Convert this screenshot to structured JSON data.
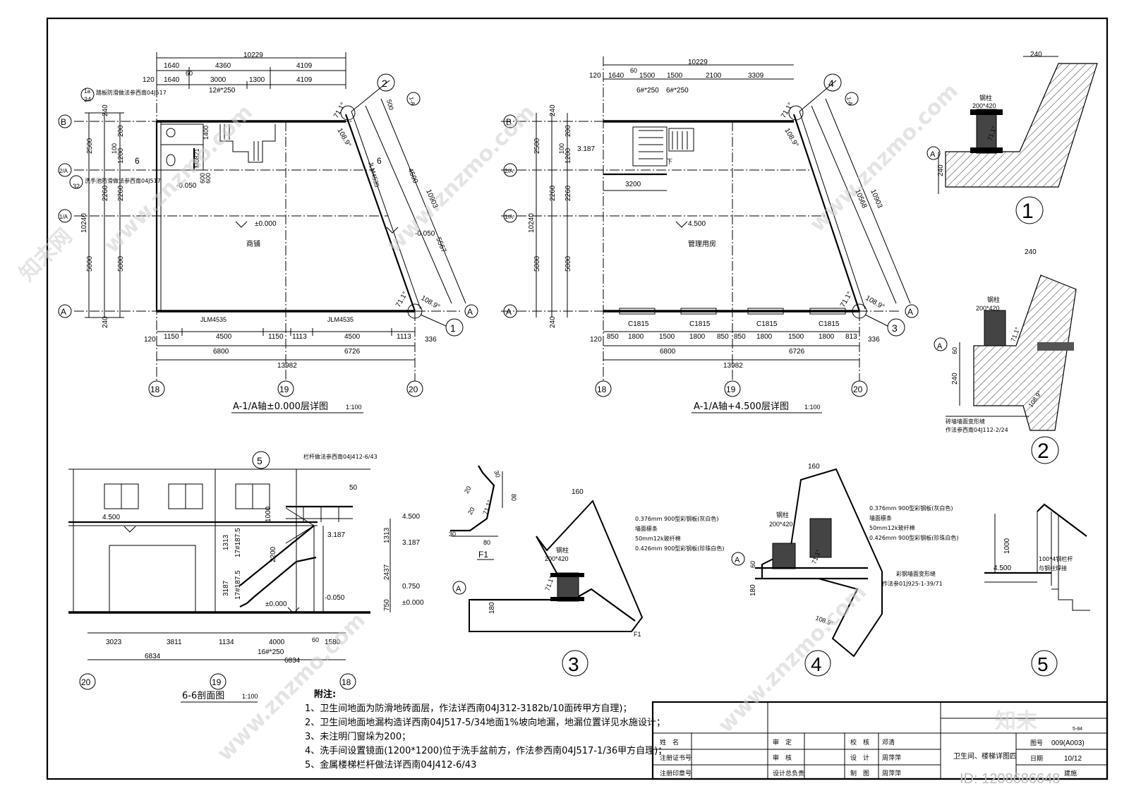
{
  "plan1": {
    "title": "A-1/A轴±0.000层详图",
    "scale": "1:100",
    "top_total": "10229",
    "top_dims_row1": [
      "1640",
      "4360",
      "4109"
    ],
    "top_dims_row2": [
      "120",
      "1640",
      "60",
      "3000",
      "1300",
      "4109"
    ],
    "stair_steps": "12#*250",
    "left_dims": [
      "240",
      "2500",
      "2260",
      "5000",
      "240"
    ],
    "left_inner": [
      "200",
      "1200",
      "100",
      "2260",
      "5000"
    ],
    "left_total": "10240",
    "bottom_dims": [
      "120",
      "1150",
      "4500",
      "1150",
      "1113",
      "4500",
      "1113",
      "336"
    ],
    "bottom_mid": [
      "6800",
      "6726"
    ],
    "bottom_total": "13982",
    "beams": [
      "JLM4535",
      "JLM4535"
    ],
    "diag_dims": [
      "4500",
      "10903",
      "5567"
    ],
    "angles": [
      "71.1°",
      "108.9°",
      "71.1°",
      "108.9°"
    ],
    "room_label": "商铺",
    "level": "±0.000",
    "level_side": "-0.050",
    "level_low": "-0.050",
    "door": "M0821",
    "small_dims": [
      "1400",
      "600",
      "600"
    ],
    "section_mark": "6",
    "note_a": "踏板防滑做法参西南04J517",
    "note_b": "洗手池防滑做法参西南04J517",
    "ref_a": "34",
    "ref_b": "32",
    "ref_1a": "1a",
    "ref_d": "JLM4535",
    "ref_500": "500",
    "ref_1_A": "1-A"
  },
  "plan2": {
    "title": "A-1/A轴+4.500层详图",
    "scale": "1:100",
    "top_total": "10229",
    "top_dims_row": [
      "120",
      "1640",
      "60",
      "1500",
      "1500",
      "2100",
      "3309"
    ],
    "stair_steps_a": "6#*250",
    "stair_steps_b": "6#*250",
    "left_dims": [
      "240",
      "2500",
      "2260",
      "5000",
      "240"
    ],
    "left_inner": [
      "200",
      "1200",
      "100",
      "2260",
      "5000"
    ],
    "left_total": "10240",
    "windows": [
      "C1815",
      "C1815",
      "C1815",
      "C1815"
    ],
    "bottom_dims": [
      "120",
      "850",
      "1800",
      "1500",
      "1800",
      "850",
      "850",
      "1800",
      "1500",
      "1800",
      "813",
      "336"
    ],
    "bottom_mid": [
      "6800",
      "6726"
    ],
    "bottom_total": "13982",
    "diag_dims": [
      "10568",
      "10903"
    ],
    "angles": [
      "71.1°",
      "108.9°",
      "71.1°",
      "108.9°"
    ],
    "room_label": "管理用房",
    "level": "4.500",
    "level_stair": "3.187",
    "stair_width": "3200",
    "dn_label": "下",
    "ref_1_A": "1-A"
  },
  "axes": {
    "B": "B",
    "two_A": "2/A",
    "one_A": "1/A",
    "A": "A",
    "n18": "18",
    "n19": "19",
    "n20": "20"
  },
  "callouts": [
    "①",
    "②",
    "③",
    "④",
    "⑤"
  ],
  "circled_nums": [
    "1",
    "2",
    "3",
    "4",
    "5"
  ],
  "section66": {
    "title": "6-6剖面图",
    "scale": "1:100",
    "rail_note": "栏杆做法参西南04J412-6/43",
    "levels_left": [
      "4.500"
    ],
    "levels_right": [
      "4.500",
      "3.187",
      "0.750",
      "±0.000"
    ],
    "stair_top": "3.187",
    "ground": "±0.000",
    "low": "-0.050",
    "right_dims": [
      "1313",
      "2437",
      "750"
    ],
    "mid_dims": [
      "1313",
      "17#187.5",
      "2200",
      "17#187.5",
      "3187"
    ],
    "dim_1000": "1000",
    "dim_50": "50",
    "bottom_dims": [
      "3023",
      "3811",
      "1134",
      "4000",
      "60",
      "1580"
    ],
    "bottom_total_a": "6834",
    "bottom_total_b": "6834",
    "steps": "16#*250",
    "axes": [
      "20",
      "19",
      "18"
    ]
  },
  "detail1": {
    "dims": [
      "240",
      "240"
    ],
    "steel": "钢柱",
    "section": "200*420",
    "angle": "71.1°",
    "axis": "A"
  },
  "detail2": {
    "dims": [
      "240",
      "60",
      "240"
    ],
    "steel": "钢柱",
    "section": "200*420",
    "angle1": "71.1°",
    "angle2": "108.9°",
    "note1": "砖墙墙面变形缝",
    "note2": "作法参西南04J112-2/24",
    "axis": "A"
  },
  "detailF1": {
    "label": "F1",
    "dims": [
      "30",
      "80",
      "30",
      "80",
      "20"
    ],
    "angle1": "71.1°",
    "angle2": "20"
  },
  "detail3": {
    "dims": [
      "160",
      "180"
    ],
    "steel": "钢柱",
    "section": "200*420",
    "angle": "71.1°",
    "layers": [
      "0.376mm 900型彩钢板(灰白色)",
      "墙面檩条",
      "50mm12k玻纤棉",
      "0.426mm 900型彩钢板(珍珠白色)"
    ],
    "tag": "F1",
    "axis": "A"
  },
  "detail4": {
    "dims": [
      "160",
      "60",
      "180"
    ],
    "steel": "钢柱",
    "section": "200*420",
    "angle1": "71.1°",
    "angle2": "108.9°",
    "layers": [
      "0.376mm 900型彩钢板(灰白色)",
      "墙面檩条",
      "50mm12k玻纤棉",
      "0.426mm 900型彩钢板(珍珠白色)"
    ],
    "note1": "彩钢墙面变形缝",
    "note2": "作法参01J925-1-39/71",
    "axis": "A"
  },
  "detail5": {
    "dims": [
      "1000"
    ],
    "level": "4.500",
    "note1": "100*4钢栏杆",
    "note2": "与钢柱焊接"
  },
  "notes": {
    "heading": "附注:",
    "items": [
      "1、卫生间地面为防滑地砖面层，作法详西南04J312-3182b/10面砖甲方自理)；",
      "2、卫生间地面地漏构造详西南04J517-5/34地面1%坡向地漏，地漏位置详见水施设计；",
      "3、未注明门窗垛为200；",
      "4、洗手间设置镜面(1200*1200)位于洗手盆前方，作法参西南04J517-1/36甲方自理)；",
      "5、金属楼梯栏杆做法详西南04J412-6/43"
    ]
  },
  "titleblock": {
    "r1": [
      "姓　名",
      "审　定",
      "校　核",
      "邓清"
    ],
    "r2": [
      "注册证书号",
      "审　核",
      "设　计",
      "周萍萍"
    ],
    "r3": [
      "注册印章号",
      "设计总负责",
      "制　图",
      "周萍萍"
    ],
    "drawing_name": "卫生间、楼梯详图四",
    "sheet_no": "009(A003)",
    "sheet_date": "10/12",
    "discipline": "建施",
    "sheet_label": "图号",
    "date_label": "日期",
    "ver": "5-84"
  },
  "watermark": {
    "site": "www.znzmo.com",
    "brand": "知末网",
    "logo_text": "知末",
    "id": "ID: 1208686648"
  }
}
